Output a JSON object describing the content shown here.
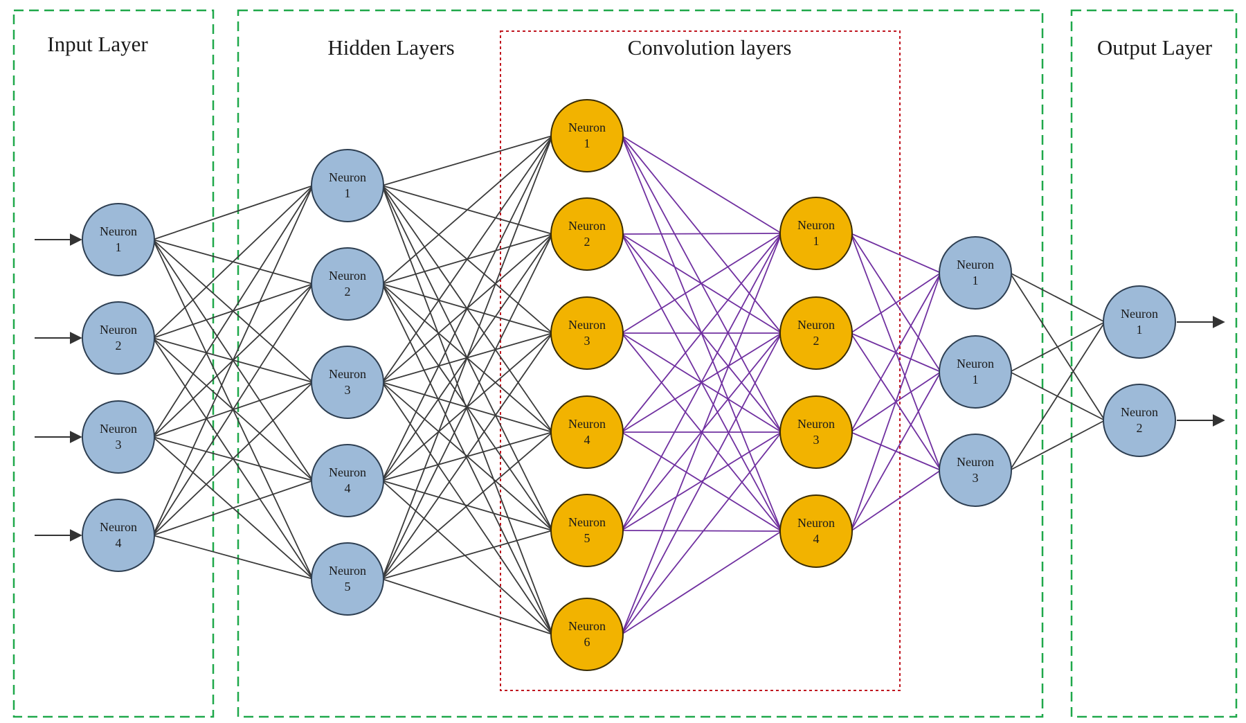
{
  "regions": {
    "input_title": "Input Layer",
    "hidden_title": "Hidden Layers",
    "conv_title": "Convolution layers",
    "output_title": "Output Layer"
  },
  "neuron_word": "Neuron",
  "layers": {
    "input": {
      "labels": [
        "1",
        "2",
        "3",
        "4"
      ]
    },
    "hidden1": {
      "labels": [
        "1",
        "2",
        "3",
        "4",
        "5"
      ]
    },
    "conv1": {
      "labels": [
        "1",
        "2",
        "3",
        "4",
        "5",
        "6"
      ]
    },
    "conv2": {
      "labels": [
        "1",
        "2",
        "3",
        "4"
      ]
    },
    "hidden2": {
      "labels": [
        "1",
        "1",
        "3"
      ]
    },
    "output": {
      "labels": [
        "1",
        "2"
      ]
    }
  },
  "colors": {
    "blue_fill": "#9dbad8",
    "blue_stroke": "#2e3f52",
    "orange_fill": "#f2b300",
    "orange_stroke": "#3a2c00",
    "grey_edge": "#3a3a3a",
    "purple_edge": "#7030a0",
    "green_dash": "#1fa84a",
    "red_dot": "#c0141e",
    "arrow": "#333333"
  }
}
